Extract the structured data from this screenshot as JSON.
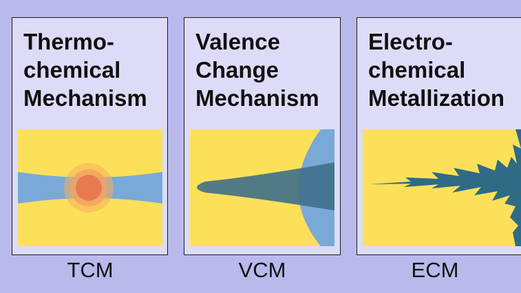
{
  "panels": [
    {
      "title": "Thermo-\nchemical\nMechanism",
      "label": "TCM",
      "figure_icon": "filament-heating-icon"
    },
    {
      "title": "Valence\nChange\nMechanism",
      "label": "VCM",
      "figure_icon": "oxygen-vacancy-filament-icon"
    },
    {
      "title": "Electro-\nchemical\nMetallization",
      "label": "ECM",
      "figure_icon": "metal-dendrite-filament-icon"
    }
  ],
  "colors": {
    "background": "#b9b9ec",
    "panel_fill": "#dcdcf8",
    "dielectric_yellow": "#fde05a",
    "filament_light_blue": "#79a9d6",
    "filament_dark_blue": "#3f6f88",
    "dendrite_blue": "#2f6b85",
    "hotspot_outer": "#f5b060",
    "hotspot_inner": "#e87a50"
  }
}
